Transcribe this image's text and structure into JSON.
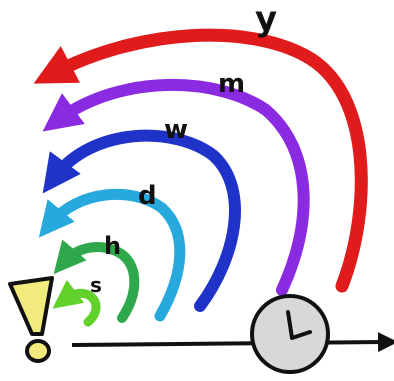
{
  "arcs": [
    {
      "label": "y",
      "color": "#e01b1b"
    },
    {
      "label": "m",
      "color": "#8a2be2"
    },
    {
      "label": "w",
      "color": "#1f33c9"
    },
    {
      "label": "d",
      "color": "#27a9de"
    },
    {
      "label": "h",
      "color": "#2ea84a"
    },
    {
      "label": "s",
      "color": "#63d12c"
    }
  ],
  "icons": {
    "alert": "exclamation-icon",
    "clock": "clock-icon",
    "alert_color": "#f1ea7c",
    "clock_color": "#d8d8d8"
  }
}
